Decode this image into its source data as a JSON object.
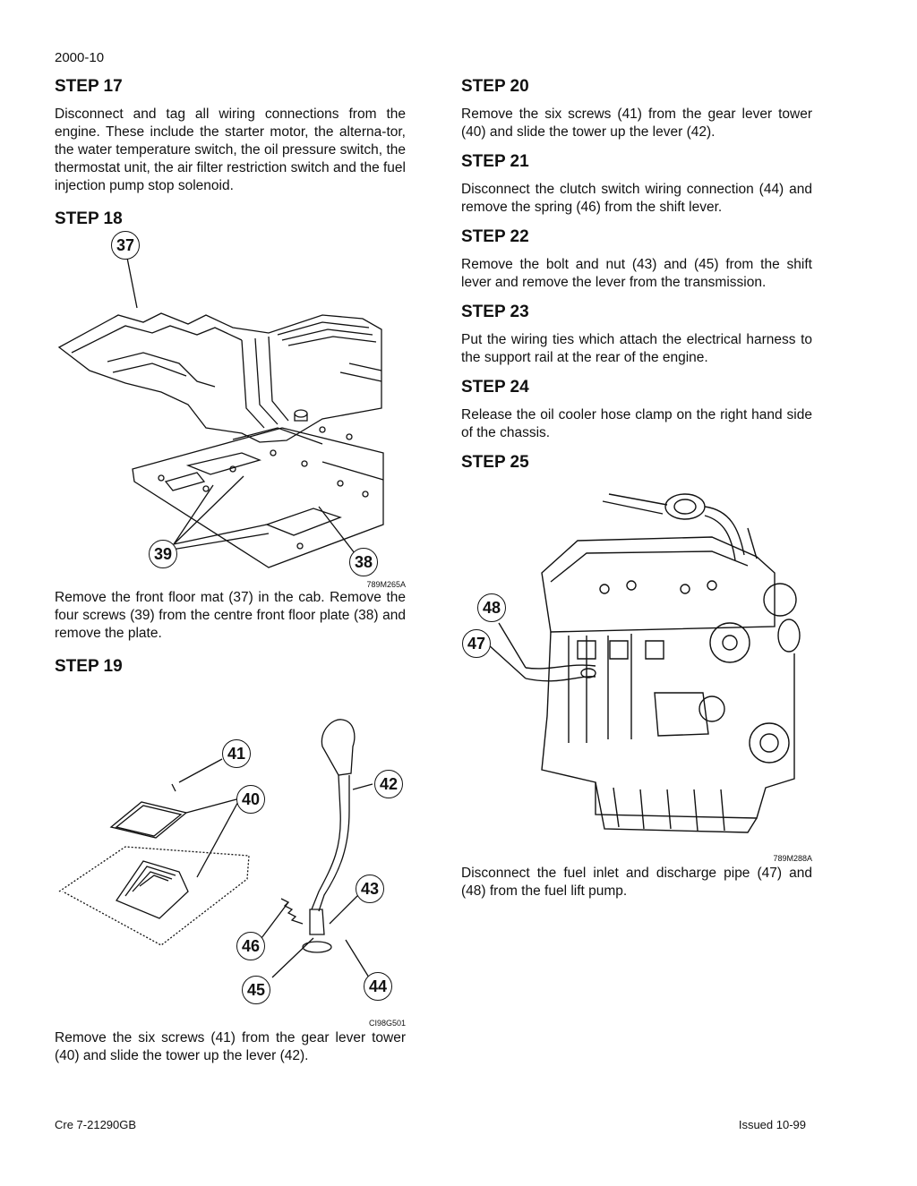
{
  "header": {
    "page_number": "2000-10"
  },
  "left": {
    "step17": {
      "title": "STEP 17",
      "text": "Disconnect and tag all wiring connections from the engine. These include the starter motor, the alterna-tor, the water temperature switch, the oil pressure switch, the thermostat unit, the air filter restriction switch and the fuel injection pump stop solenoid."
    },
    "step18": {
      "title": "STEP 18",
      "figure_code": "789M265A",
      "callouts": {
        "c37": "37",
        "c39": "39",
        "c38": "38"
      },
      "caption": "Remove the front floor mat (37) in the cab. Remove the four screws (39) from the centre front floor plate (38) and remove the plate."
    },
    "step19": {
      "title": "STEP 19",
      "figure_code": "CI98G501",
      "callouts": {
        "c41": "41",
        "c40": "40",
        "c42": "42",
        "c43": "43",
        "c46": "46",
        "c45": "45",
        "c44": "44"
      },
      "caption": "Remove the six screws (41) from the gear lever tower (40) and slide the tower up the lever (42)."
    }
  },
  "right": {
    "step20": {
      "title": "STEP 20",
      "text": "Remove the six screws (41) from the gear lever tower (40) and slide the tower up the lever (42)."
    },
    "step21": {
      "title": "STEP 21",
      "text": "Disconnect the clutch switch wiring connection (44) and remove the spring (46) from the shift lever."
    },
    "step22": {
      "title": "STEP 22",
      "text": "Remove the bolt and nut (43) and (45) from the shift lever and remove the lever from the transmission."
    },
    "step23": {
      "title": "STEP 23",
      "text": "Put the wiring ties which attach the electrical harness to the support rail at the rear of the engine."
    },
    "step24": {
      "title": "STEP 24",
      "text": "Release the oil cooler hose clamp on the right hand side of the chassis."
    },
    "step25": {
      "title": "STEP 25",
      "figure_code": "789M288A",
      "callouts": {
        "c48": "48",
        "c47": "47"
      },
      "caption": "Disconnect the fuel inlet and discharge pipe (47) and (48) from the fuel lift pump."
    }
  },
  "footer": {
    "left": "Cre  7-21290GB",
    "right": "Issued 10-99"
  }
}
